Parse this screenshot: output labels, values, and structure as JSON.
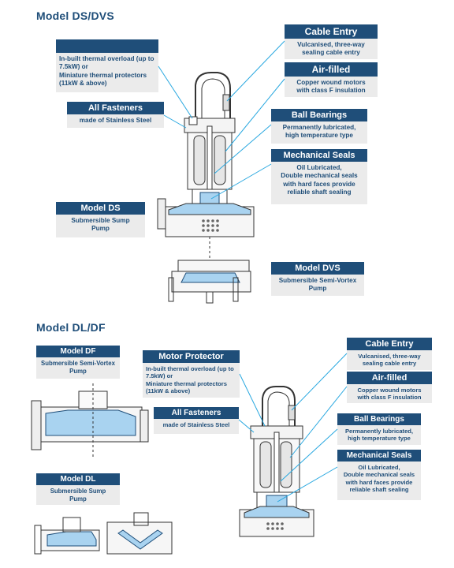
{
  "section1": {
    "title": "Model DS/DVS",
    "motor_protector": {
      "title": "",
      "lines": [
        "In-built thermal overload (up to",
        "7.5kW) or",
        "Miniature thermal protectors",
        "(11kW & above)"
      ]
    },
    "fasteners": {
      "title": "All Fasteners",
      "body": "made of Stainless Steel"
    },
    "model_ds": {
      "title": "Model DS",
      "lines": [
        "Submersible Sump",
        "Pump"
      ]
    },
    "cable_entry": {
      "title": "Cable Entry",
      "lines": [
        "Vulcanised, three-way",
        "sealing cable entry"
      ]
    },
    "air_filled": {
      "title": "Air-filled",
      "lines": [
        "Copper wound motors",
        "with class F insulation"
      ]
    },
    "ball_bearings": {
      "title": "Ball Bearings",
      "lines": [
        "Permanently lubricated,",
        "high temperature type"
      ]
    },
    "mech_seals": {
      "title": "Mechanical Seals",
      "lines": [
        "Oil Lubricated,",
        "Double mechanical seals",
        "with hard faces provide",
        "reliable shaft sealing"
      ]
    },
    "model_dvs": {
      "title": "Model DVS",
      "lines": [
        "Submersible Semi-Vortex",
        "Pump"
      ]
    }
  },
  "section2": {
    "title": "Model DL/DF",
    "model_df": {
      "title": "Model DF",
      "lines": [
        "Submersible Semi-Vortex",
        "Pump"
      ]
    },
    "model_dl": {
      "title": "Model DL",
      "lines": [
        "Submersible Sump",
        "Pump"
      ]
    },
    "motor_protector": {
      "title": "Motor Protector",
      "lines": [
        "In-built thermal overload (up to",
        "7.5kW) or",
        "Miniature thermal protectors",
        "(11kW & above)"
      ]
    },
    "fasteners": {
      "title": "All Fasteners",
      "body": "made of Stainless Steel"
    },
    "cable_entry": {
      "title": "Cable Entry",
      "lines": [
        "Vulcanised, three-way",
        "sealing cable entry"
      ]
    },
    "air_filled": {
      "title": "Air-filled",
      "lines": [
        "Copper wound motors",
        "with class F insulation"
      ]
    },
    "ball_bearings": {
      "title": "Ball Bearings",
      "lines": [
        "Permanently lubricated,",
        "high temperature type"
      ]
    },
    "mech_seals": {
      "title": "Mechanical Seals",
      "lines": [
        "Oil Lubricated,",
        "Double mechanical seals",
        "with hard faces provide",
        "reliable shaft sealing"
      ]
    }
  },
  "colors": {
    "navy": "#1f4e79",
    "card_bg": "#ebebeb",
    "leader": "#29a8e0",
    "highlight": "#a9d3f0"
  }
}
